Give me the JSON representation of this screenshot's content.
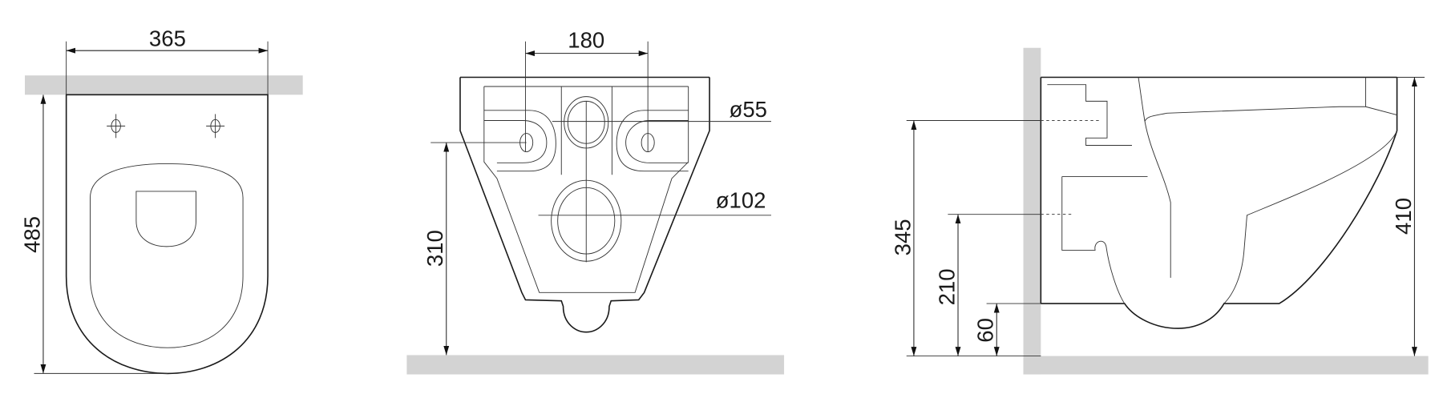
{
  "title": "Wall-hung toilet dimension drawing",
  "colors": {
    "line": "#1a1a1a",
    "wall_floor": "#d3d3d3"
  },
  "top_view": {
    "width_label": "365",
    "length_label": "485"
  },
  "rear_view": {
    "hole_spacing_label": "180",
    "height_label": "310",
    "small_hole_label": "ø55",
    "large_hole_label": "ø102"
  },
  "side_view": {
    "upper_label": "345",
    "middle_label": "210",
    "lower_label": "60",
    "total_label": "410"
  }
}
